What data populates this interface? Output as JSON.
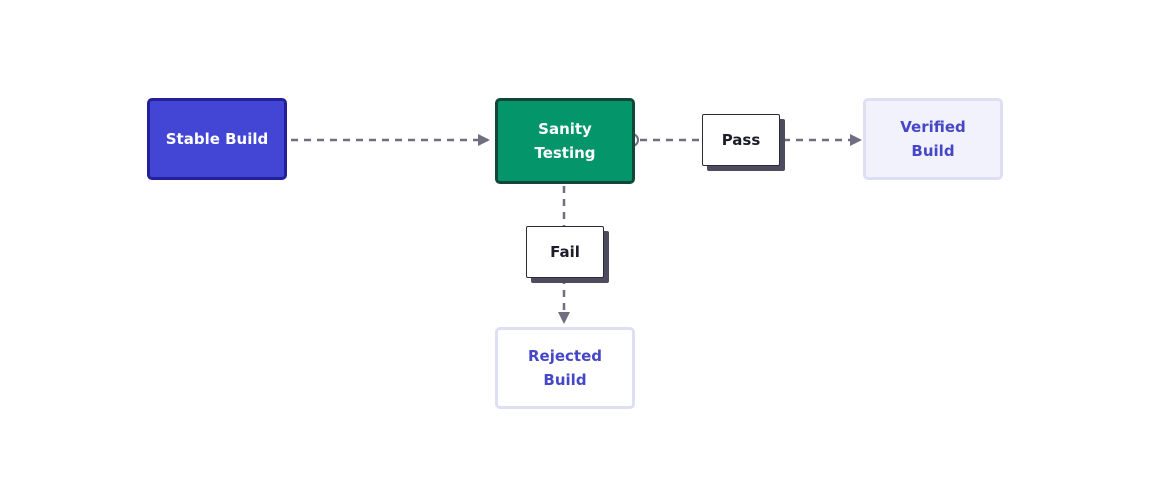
{
  "nodes": {
    "stable_build": "Stable Build",
    "sanity_testing": "Sanity\nTesting",
    "verified_build": "Verified\nBuild",
    "rejected_build": "Rejected\nBuild"
  },
  "edge_labels": {
    "pass": "Pass",
    "fail": "Fail"
  },
  "colors": {
    "edge": "#706e80",
    "stable_fill": "#4346d4",
    "sanity_fill": "#04956a",
    "outcome_text": "#4547c7"
  }
}
